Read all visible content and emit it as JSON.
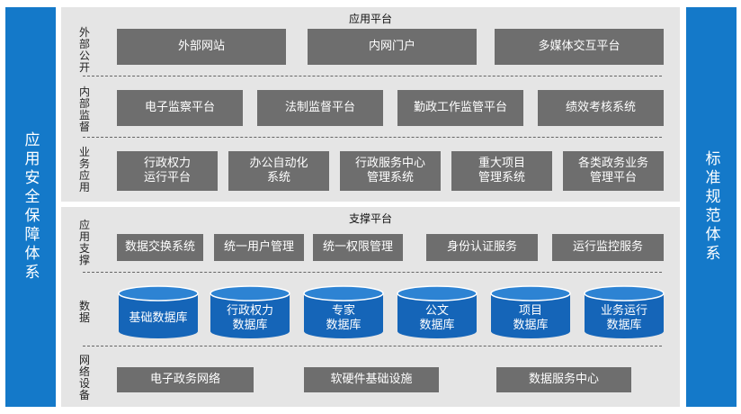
{
  "left_bar": "应用安全保障体系",
  "right_bar": "标准规范体系",
  "app_platform": {
    "title": "应用平台",
    "rows": [
      {
        "label": "外部公开",
        "boxes": [
          "外部网站",
          "内网门户",
          "多媒体交互平台"
        ]
      },
      {
        "label": "内部监督",
        "boxes": [
          "电子监察平台",
          "法制监督平台",
          "勤政工作监管平台",
          "绩效考核系统"
        ]
      },
      {
        "label": "业务应用",
        "boxes": [
          [
            "行政权力",
            "运行平台"
          ],
          [
            "办公自动化",
            "系统"
          ],
          [
            "行政服务中心",
            "管理系统"
          ],
          [
            "重大项目",
            "管理系统"
          ],
          [
            "各类政务业务",
            "管理平台"
          ]
        ]
      }
    ]
  },
  "support_platform": {
    "title": "支撑平台",
    "rows": [
      {
        "label": "应用支撑",
        "boxes": [
          "数据交换系统",
          "统一用户管理",
          "统一权限管理",
          "身份认证服务",
          "运行监控服务"
        ]
      },
      {
        "label": "数据",
        "cylinders": [
          [
            "基础数据库"
          ],
          [
            "行政权力",
            "数据库"
          ],
          [
            "专家",
            "数据库"
          ],
          [
            "公文",
            "数据库"
          ],
          [
            "项目",
            "数据库"
          ],
          [
            "业务运行",
            "数据库"
          ]
        ]
      },
      {
        "label": "网络设备",
        "boxes": [
          "电子政务网络",
          "软硬件基础设施",
          "数据服务中心"
        ]
      }
    ]
  },
  "colors": {
    "side_bar": "#1479c9",
    "section_bg": "#e5e5e5",
    "box": "#6e6e6e",
    "cylinder_body": "#1565b8",
    "cylinder_top": "#2d83d3"
  }
}
